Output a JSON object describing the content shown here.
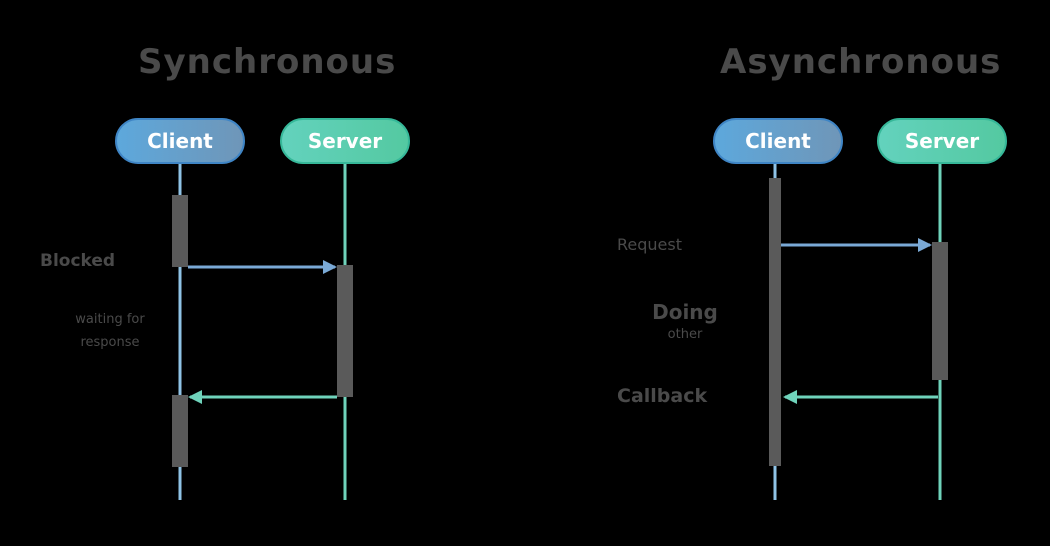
{
  "sync": {
    "title": "Synchronous",
    "client_label": "Client",
    "server_label": "Server",
    "request_label": "Blocked",
    "waiting_label_line1": "waiting for",
    "waiting_label_line2": "response"
  },
  "async": {
    "title": "Asynchronous",
    "client_label": "Client",
    "server_label": "Server",
    "request_label": "Request",
    "doing_label_line1": "Doing",
    "doing_label_line2": "other",
    "callback_label": "Callback"
  },
  "colors": {
    "background": "#000000",
    "client_blue": "#5da8dc",
    "server_teal": "#5fd2b5",
    "request_arrow": "#7aa9d6",
    "response_arrow": "#6fd3bb",
    "activation_bar": "#5a5a5a",
    "text": "#4a4a4a"
  }
}
